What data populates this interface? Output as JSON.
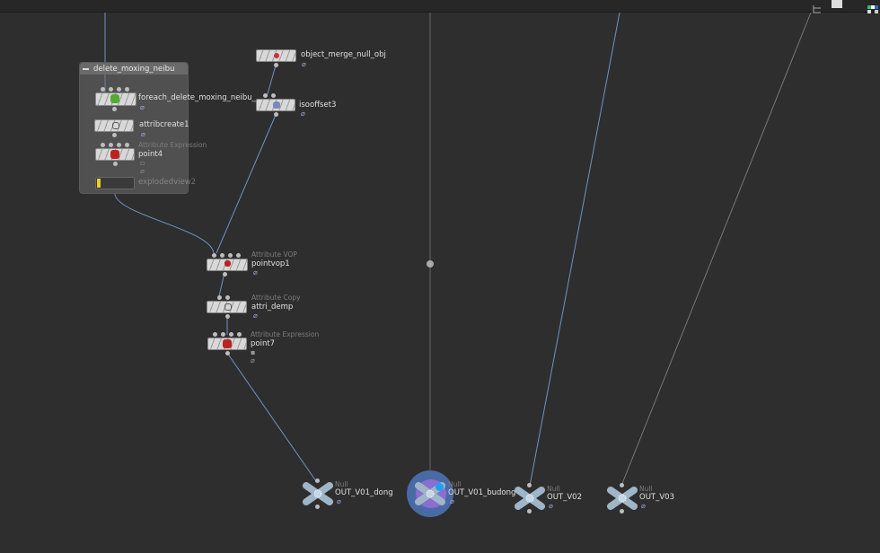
{
  "network_box": {
    "title": "delete_moxing_neibu"
  },
  "nodes": {
    "object_merge": {
      "name": "object_merge_null_obj"
    },
    "isooffset": {
      "name": "isooffset3"
    },
    "foreach": {
      "name": "foreach_delete_moxing_neibu_"
    },
    "attribcreate": {
      "name": "attribcreate1"
    },
    "point4": {
      "type": "Attribute Expression",
      "name": "point4"
    },
    "exploded": {
      "name": "explodedview2"
    },
    "pointvop": {
      "type": "Attribute VOP",
      "name": "pointvop1"
    },
    "attri_demp": {
      "type": "Attribute Copy",
      "name": "attri_demp"
    },
    "point7": {
      "type": "Attribute Expression",
      "name": "point7"
    },
    "out_dong": {
      "type": "Null",
      "name": "OUT_V01_dong"
    },
    "out_budong": {
      "type": "Null",
      "name": "OUT_V01_budong"
    },
    "out_v02": {
      "type": "Null",
      "name": "OUT_V02"
    },
    "out_v03": {
      "type": "Null",
      "name": "OUT_V03"
    }
  },
  "colors": {
    "wire": "#6e93c4",
    "background": "#2e2e2e",
    "display_flag": "#4f6fa8"
  }
}
